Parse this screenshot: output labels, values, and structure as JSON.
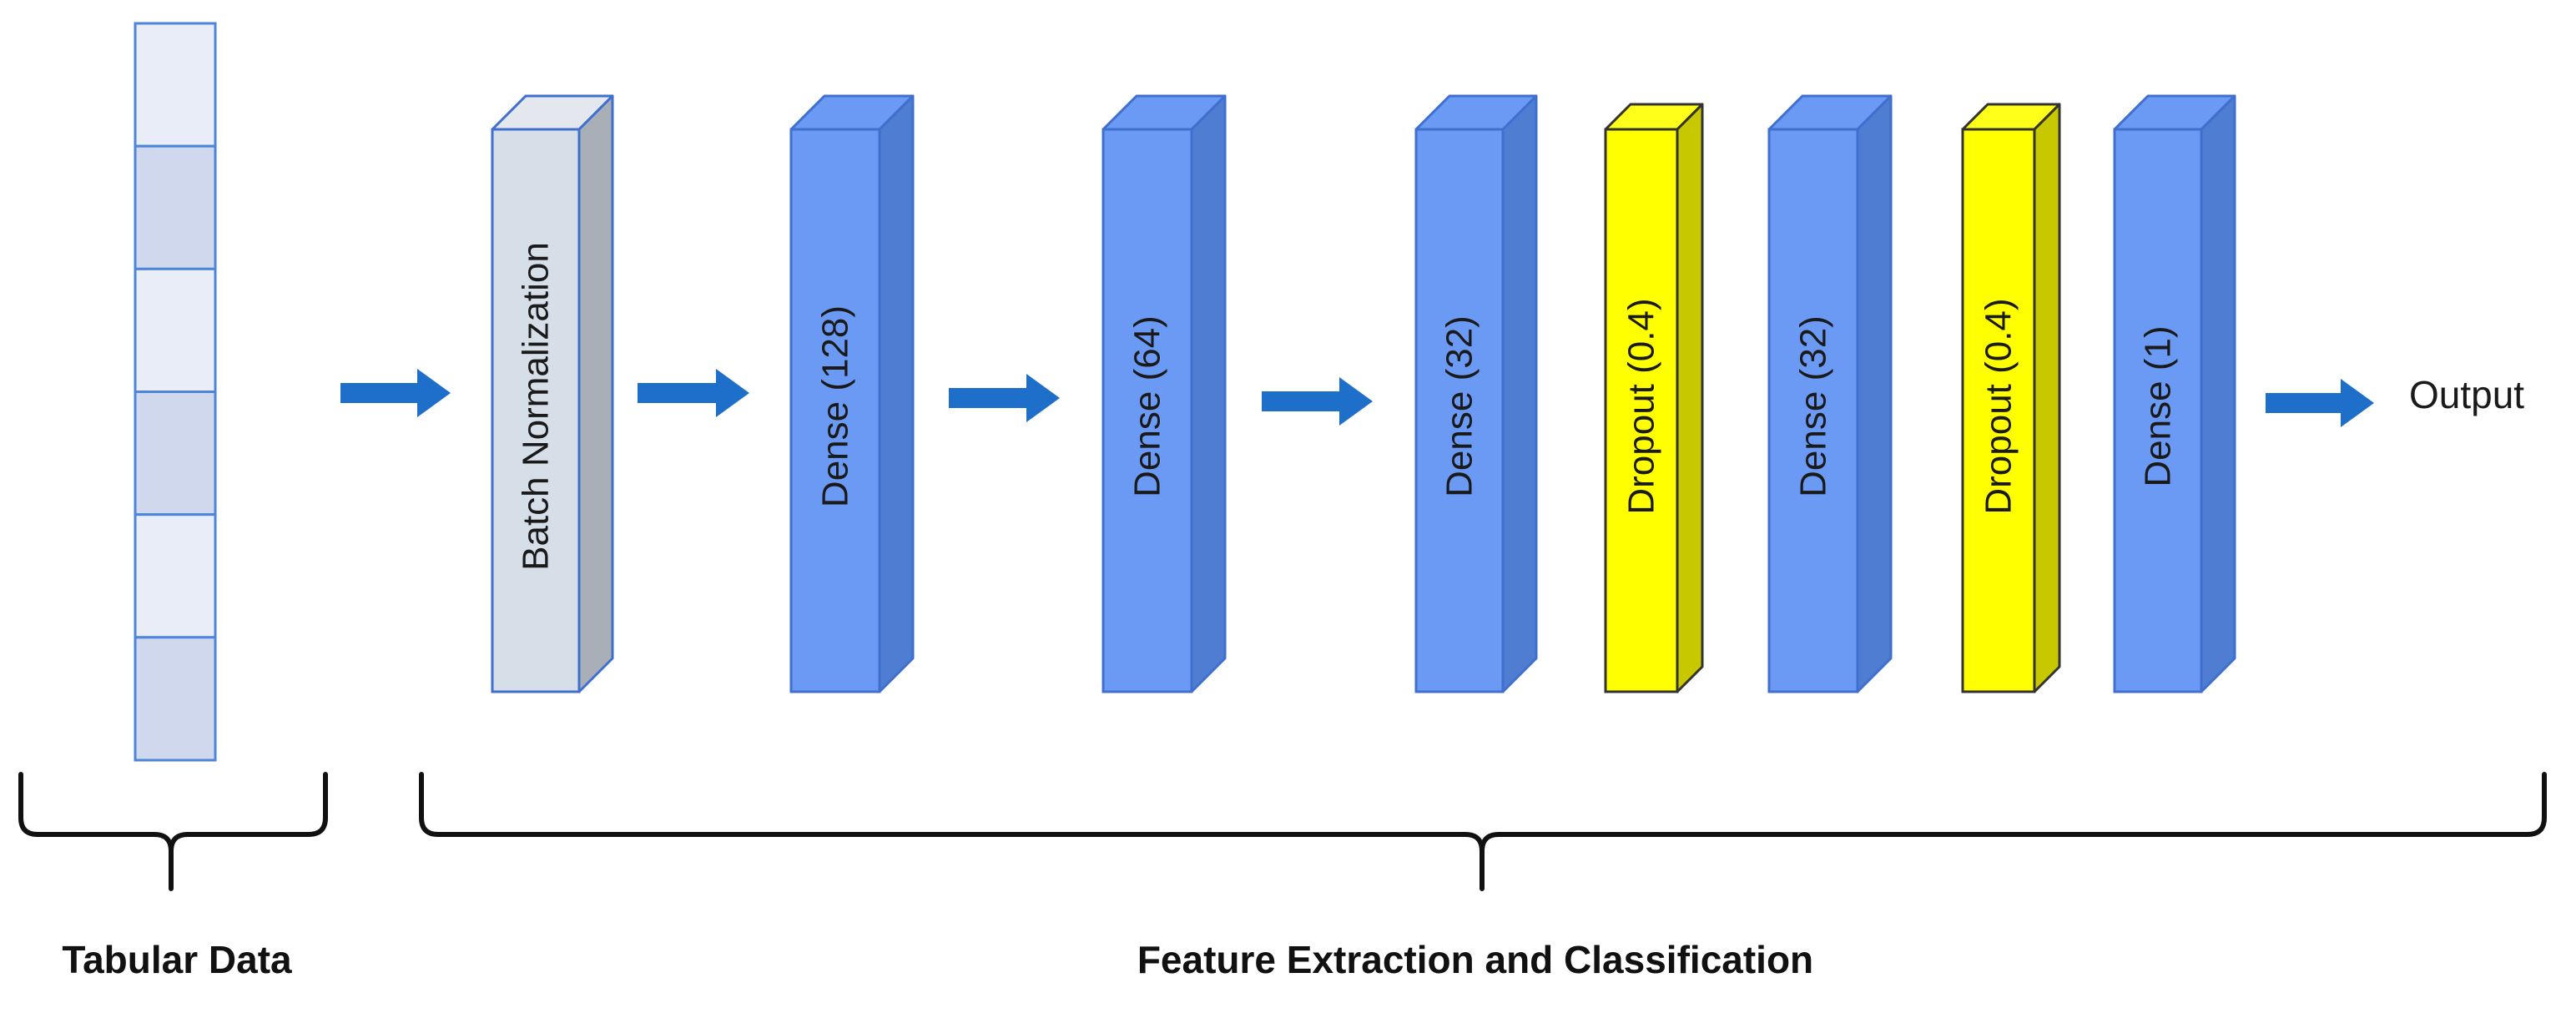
{
  "colors": {
    "input_light": "#e8edf8",
    "input_dark": "#cfd8ec",
    "input_border": "#4d86d8",
    "batchnorm_front": "#d6dee8",
    "batchnorm_top": "#e4e8ee",
    "batchnorm_side": "#a9afb6",
    "dense_front": "#6b9af5",
    "dense_top": "#6b9af5",
    "dense_side": "#4e7dd1",
    "dense_border": "#3f6fcf",
    "dropout_front": "#ffff00",
    "dropout_top": "#ffff1a",
    "dropout_side": "#c8c800",
    "dropout_border": "#333333",
    "arrow": "#1e6fc9",
    "brace": "#111111"
  },
  "input": {
    "cell_count": 6
  },
  "layers": [
    {
      "label": "Batch Normalization",
      "kind": "batchnorm"
    },
    {
      "label": "Dense (128)",
      "kind": "dense"
    },
    {
      "label": "Dense (64)",
      "kind": "dense"
    },
    {
      "label": "Dense (32)",
      "kind": "dense"
    },
    {
      "label": "Dropout (0.4)",
      "kind": "dropout"
    },
    {
      "label": "Dense (32)",
      "kind": "dense"
    },
    {
      "label": "Dropout (0.4)",
      "kind": "dropout"
    },
    {
      "label": "Dense (1)",
      "kind": "dense"
    }
  ],
  "output_label": "Output",
  "groups": {
    "tabular": "Tabular Data",
    "feature": "Feature Extraction and Classification"
  }
}
